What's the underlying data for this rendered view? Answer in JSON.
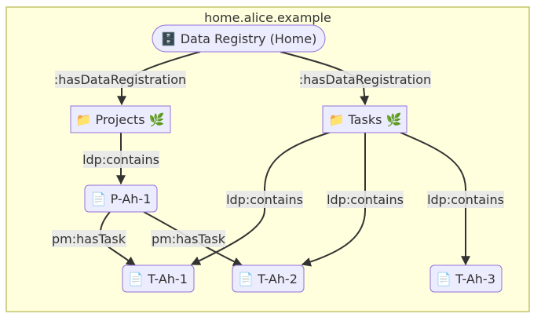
{
  "cluster": {
    "label": "home.alice.example",
    "fill": "#ffffde",
    "stroke": "#c4c46a"
  },
  "node_style": {
    "fill": "#ececff",
    "stroke": "#9370db"
  },
  "nodes": {
    "registry": {
      "label": "🗄️ Data Registry (Home)"
    },
    "projects": {
      "label": "📁 Projects 🌿"
    },
    "tasks": {
      "label": "📁 Tasks 🌿"
    },
    "p_ah_1": {
      "label": "📄 P-Ah-1"
    },
    "t_ah_1": {
      "label": "📄 T-Ah-1"
    },
    "t_ah_2": {
      "label": "📄 T-Ah-2"
    },
    "t_ah_3": {
      "label": "📄 T-Ah-3"
    }
  },
  "edges": {
    "registry_projects": {
      "label": ":hasDataRegistration"
    },
    "registry_tasks": {
      "label": ":hasDataRegistration"
    },
    "projects_p_ah_1": {
      "label": "ldp:contains"
    },
    "tasks_t_ah_1": {
      "label": "ldp:contains"
    },
    "tasks_t_ah_2": {
      "label": "ldp:contains"
    },
    "tasks_t_ah_3": {
      "label": "ldp:contains"
    },
    "p_ah_1_t_ah_1": {
      "label": "pm:hasTask"
    },
    "p_ah_1_t_ah_2": {
      "label": "pm:hasTask"
    }
  }
}
